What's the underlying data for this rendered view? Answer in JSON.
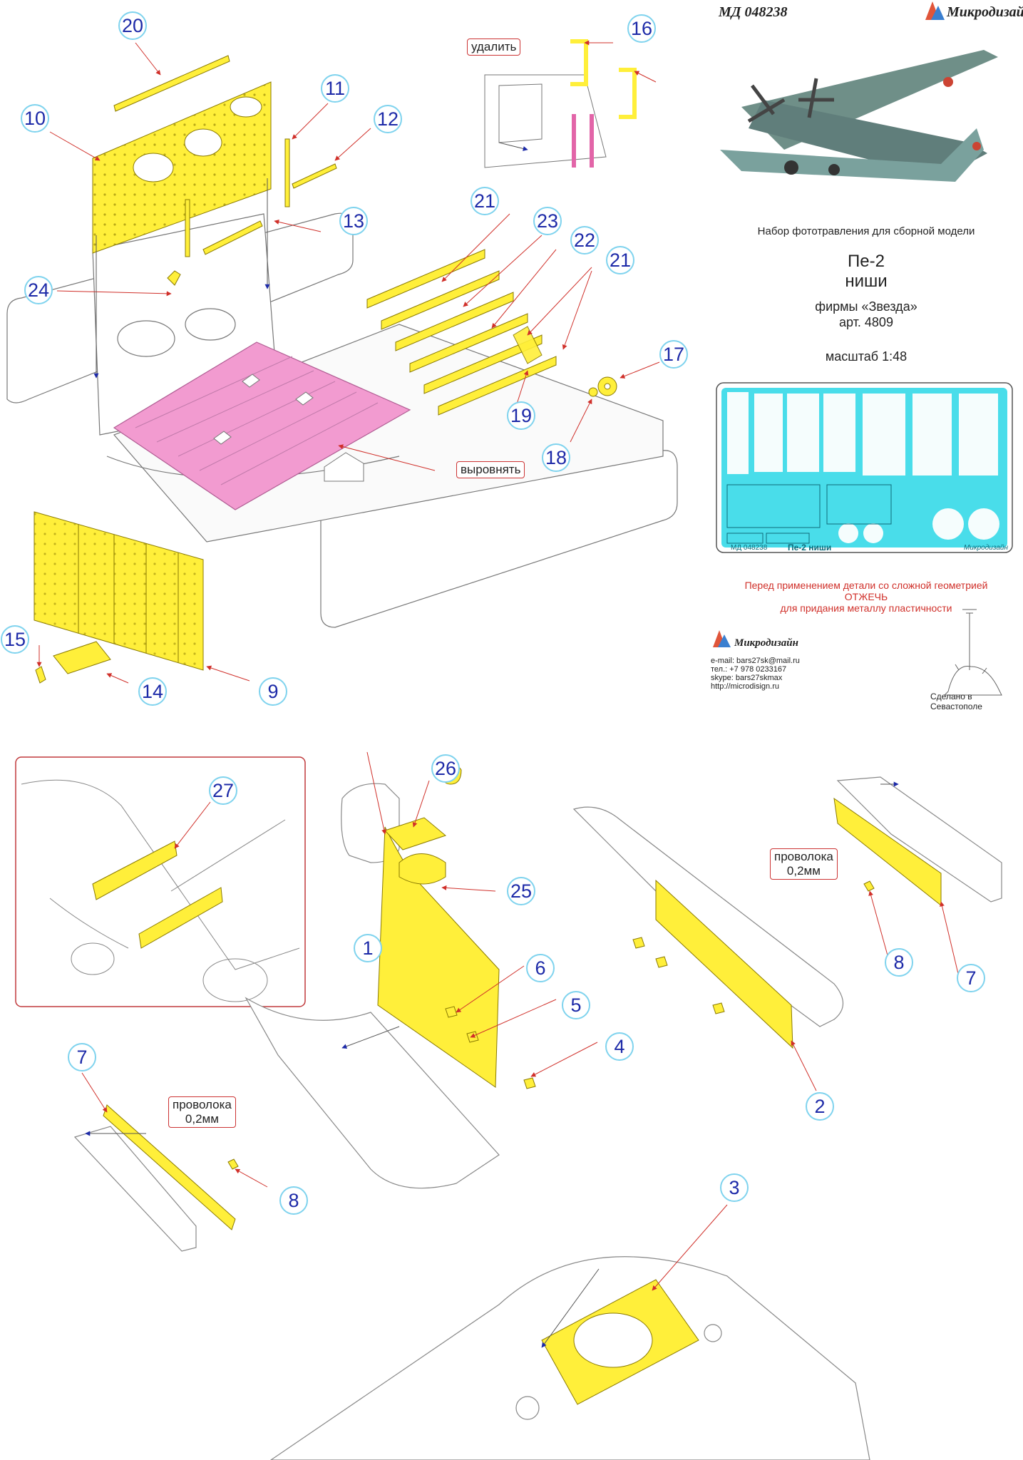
{
  "header": {
    "code": "МД 048238",
    "brand": "Микродизайн"
  },
  "title_block": {
    "line1": "Набор фототравления для сборной модели",
    "line2": "Пе-2",
    "line3": "ниши",
    "line4": "фирмы «Звезда»",
    "line5": "арт. 4809",
    "scale": "масштаб 1:48"
  },
  "fret": {
    "code": "МД 048238",
    "title": "Пе-2 ниши",
    "brand": "Микродизайн"
  },
  "warning": {
    "line1": "Перед применением детали со сложной геометрией",
    "line2": "ОТЖЕЧЬ",
    "line3": "для придания металлу пластичности"
  },
  "contacts": {
    "brand": "Микродизайн",
    "email": "e-mail: bars27sk@mail.ru",
    "phone": "тел.: +7 978 0233167",
    "skype": "skype: bars27skmax",
    "url": "http://microdisign.ru"
  },
  "footer": {
    "made_in": "Сделано в Севастополе"
  },
  "tags": {
    "remove": "удалить",
    "align": "выровнять",
    "wire_line1": "проволока",
    "wire_line2": "0,2мм"
  },
  "part_numbers": [
    "20",
    "16",
    "11",
    "12",
    "10",
    "13",
    "21",
    "23",
    "22",
    "21",
    "24",
    "17",
    "19",
    "18",
    "15",
    "14",
    "9",
    "27",
    "26",
    "25",
    "1",
    "6",
    "5",
    "4",
    "2",
    "8",
    "7",
    "7",
    "8",
    "3"
  ],
  "colors": {
    "etch_part": "#ffef3a",
    "floor_highlight": "#f29bd0",
    "callout_border": "#7fd3ee",
    "callout_text": "#1d2aa8",
    "fret_metal": "#35d9e8",
    "note_red": "#d0302a",
    "inset_border": "#c0393b"
  }
}
